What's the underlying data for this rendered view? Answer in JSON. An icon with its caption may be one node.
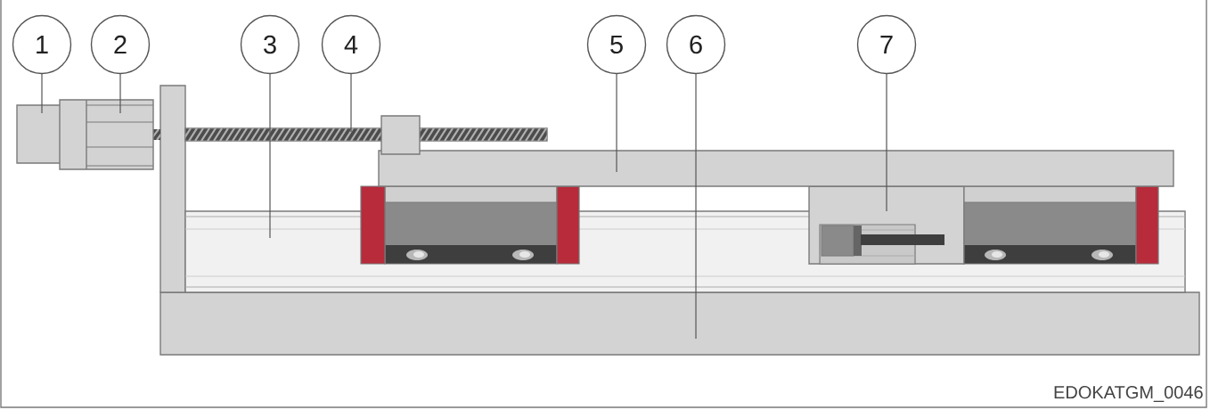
{
  "diagram": {
    "nodes": [
      {
        "text": [
          "1"
        ]
      },
      {
        "text": [
          "2"
        ]
      },
      {
        "text": [
          "3"
        ]
      },
      {
        "text": [
          "4"
        ]
      },
      {
        "text": [
          "5"
        ]
      },
      {
        "text": [
          "6"
        ]
      },
      {
        "text": [
          "7"
        ]
      },
      {
        "text": [],
        "shape": "box"
      },
      {
        "text": [],
        "shape": "box"
      },
      {
        "text": [],
        "shape": "box"
      },
      {
        "text": [],
        "shape": "box"
      },
      {
        "text": [],
        "shape": "box"
      },
      {
        "text": [],
        "shape": "box"
      },
      {
        "text": [],
        "shape": "box"
      },
      {
        "text": [],
        "shape": "box"
      }
    ],
    "edges": [
      {
        "from": 0,
        "to": 7,
        "arrow": "none"
      },
      {
        "from": 1,
        "to": 8,
        "arrow": "none"
      },
      {
        "from": 2,
        "to": 9,
        "arrow": "none"
      },
      {
        "from": 3,
        "to": 10,
        "arrow": "none"
      },
      {
        "from": 4,
        "to": 11,
        "arrow": "none"
      },
      {
        "from": 5,
        "to": 12,
        "arrow": "none"
      },
      {
        "from": 6,
        "to": 13,
        "arrow": "none"
      }
    ],
    "labels": [
      "EDOKATGM_0046"
    ]
  }
}
